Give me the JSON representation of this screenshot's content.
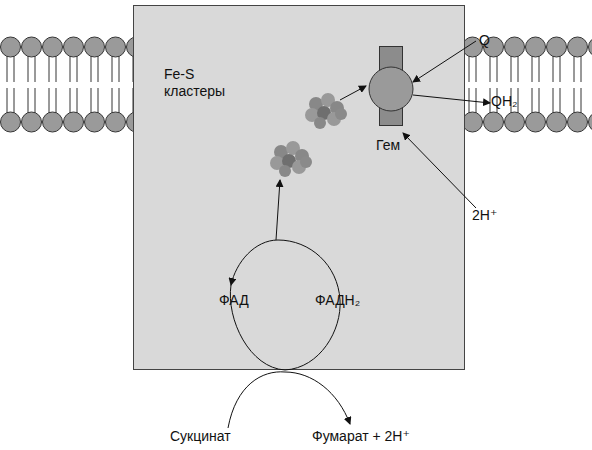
{
  "diagram": {
    "nodes": [
      {
        "text": [
          "Fe-S кластеры"
        ]
      },
      {
        "text": [
          "Гем"
        ],
        "in": 0
      }
    ],
    "labels": [
      "Q",
      "QH₂",
      "2H⁺",
      "ФАД",
      "ФАДН₂",
      "Сукцинат",
      "Фумарат + 2H⁺"
    ]
  }
}
